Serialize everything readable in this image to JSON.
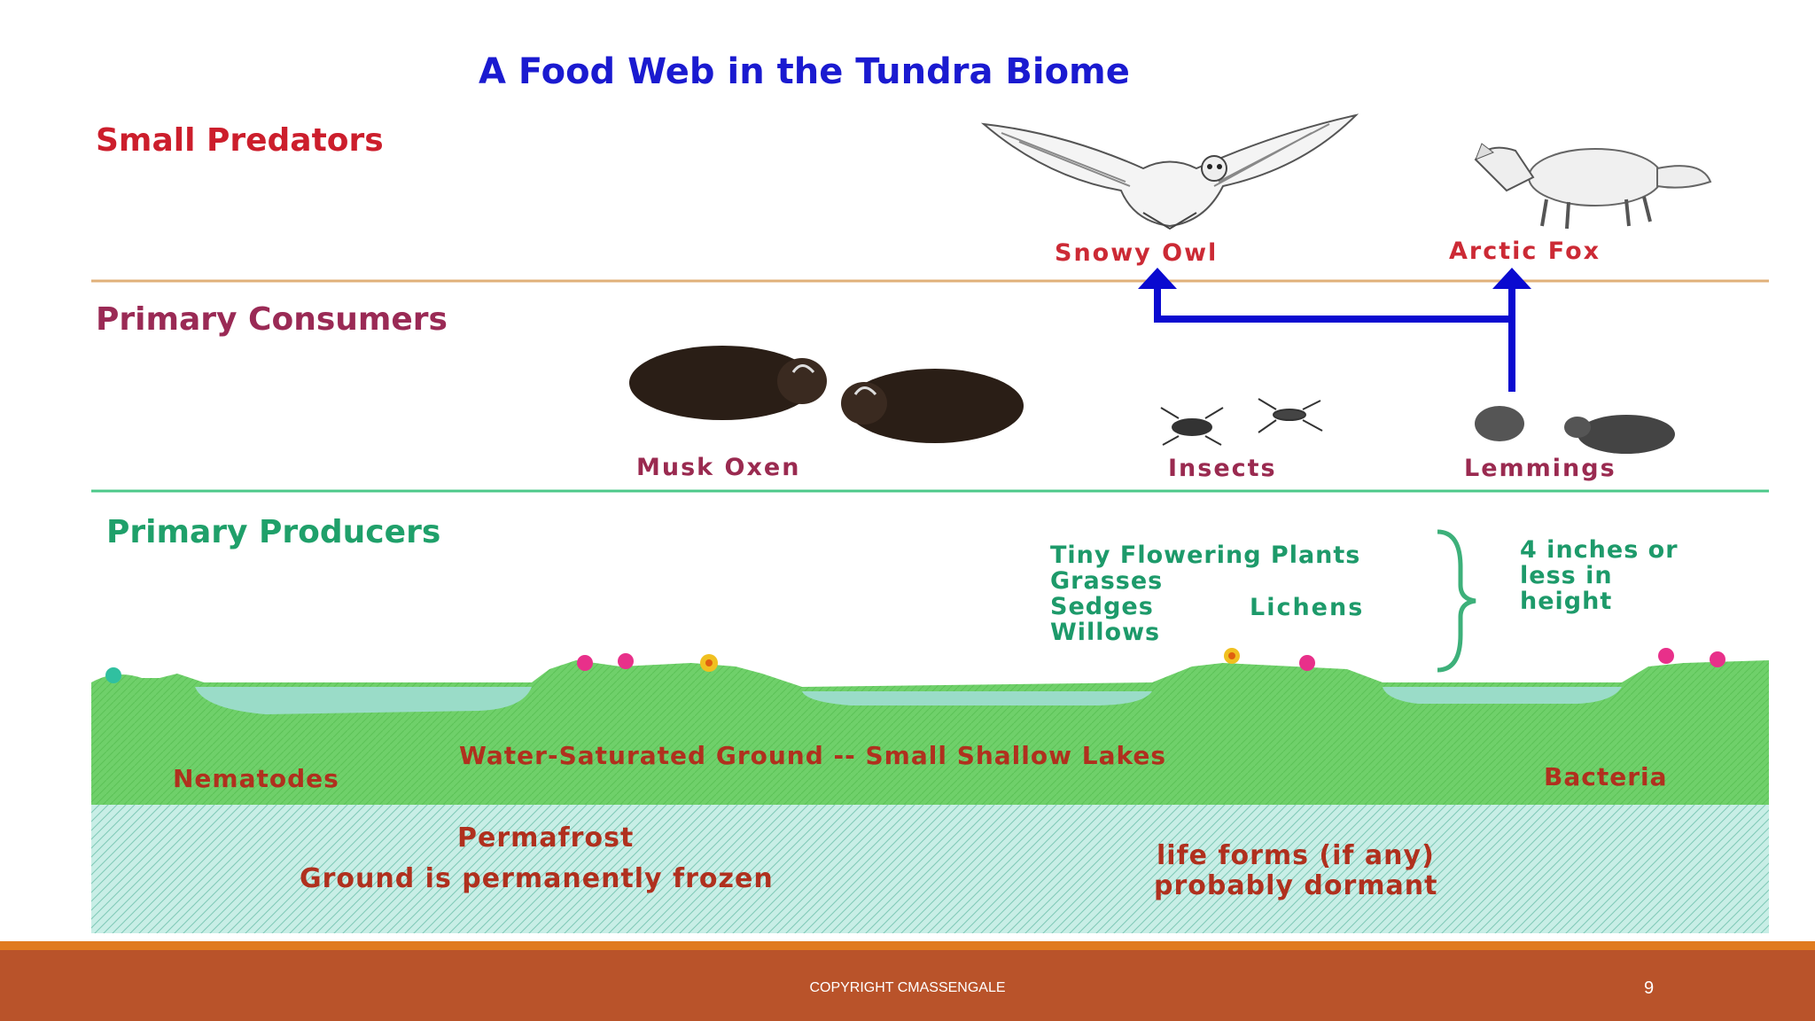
{
  "title": "A Food Web in the Tundra Biome",
  "sections": {
    "predators": "Small Predators",
    "consumers": "Primary Consumers",
    "producers": "Primary Producers"
  },
  "animals": {
    "owl": "Snowy Owl",
    "fox": "Arctic Fox",
    "musk_oxen": "Musk Oxen",
    "insects": "Insects",
    "lemmings": "Lemmings"
  },
  "plants": {
    "list": "Tiny Flowering Plants\nGrasses\nSedges\nWillows",
    "lichens": "Lichens",
    "height_note": "4 inches or less in height"
  },
  "ground": {
    "water": "Water-Saturated Ground -- Small Shallow Lakes",
    "nematodes": "Nematodes",
    "bacteria": "Bacteria",
    "permafrost": "Permafrost",
    "frozen": "Ground is permanently frozen",
    "life_forms": "life forms  (if any)",
    "dormant": "probably dormant"
  },
  "footer": {
    "copyright": "COPYRIGHT CMASSENGALE",
    "page": "9"
  },
  "colors": {
    "title": "#1a1ad0",
    "arrow": "#0a0ad0",
    "grass": "#6fd06a",
    "water": "#9adcc8",
    "permafrost": "#c8eee6",
    "footer": "#b9532a",
    "footer_accent": "#e07a1f"
  }
}
